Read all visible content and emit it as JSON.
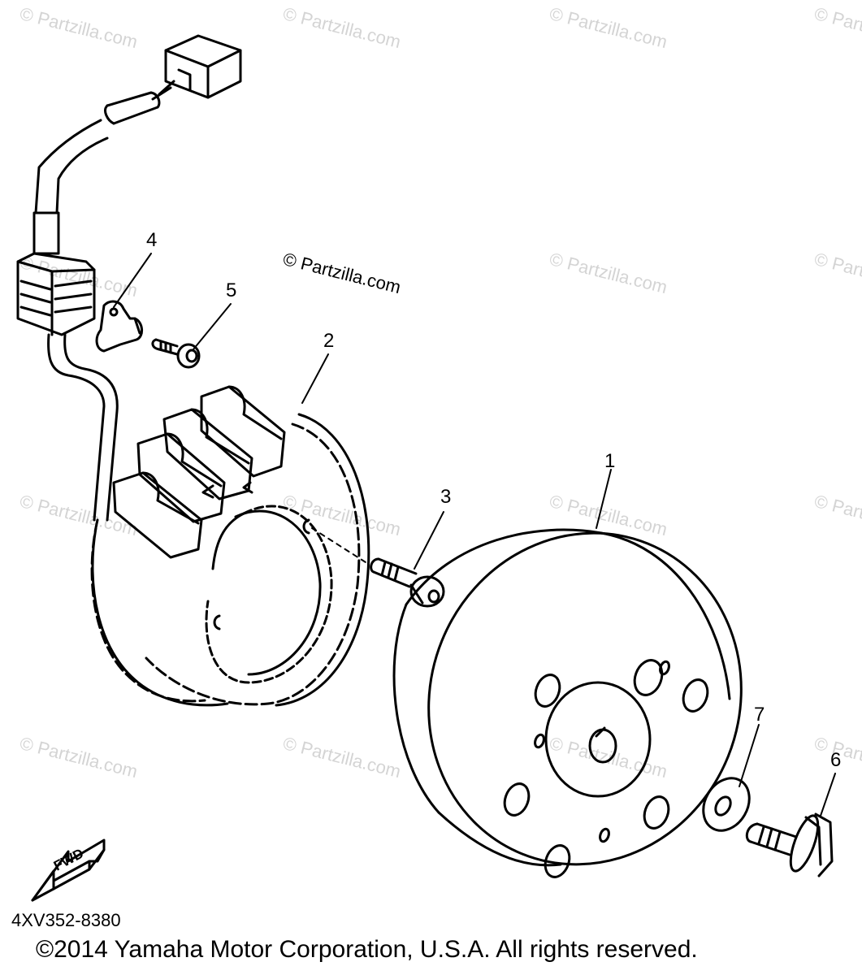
{
  "watermark": "© Partzilla.com",
  "watermark_center": "© Partzilla.com",
  "callouts": {
    "c1": "1",
    "c2": "2",
    "c3": "3",
    "c4": "4",
    "c5": "5",
    "c6": "6",
    "c7": "7"
  },
  "fwd_label": "FWD",
  "part_number": "4XV352-8380",
  "copyright": "©2014  Yamaha Motor Corporation, U.S.A. All rights reserved."
}
